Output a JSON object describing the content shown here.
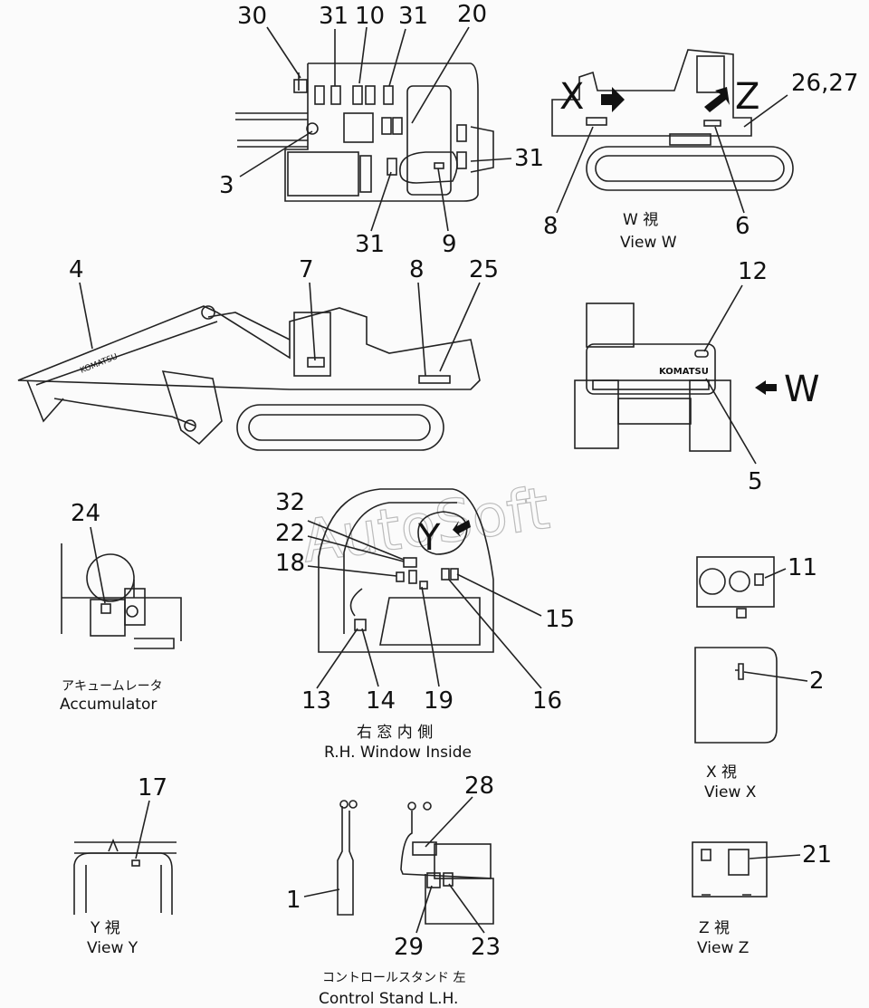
{
  "watermark": "AutoSoft",
  "callouts": {
    "n30": "30",
    "n31a": "31",
    "n10": "10",
    "n31b": "31",
    "n20": "20",
    "n3": "3",
    "n31c": "31",
    "n31d": "31",
    "n9": "9",
    "n2627": "26,27",
    "n8a": "8",
    "n6": "6",
    "n4": "4",
    "n7": "7",
    "n8b": "8",
    "n25": "25",
    "n12": "12",
    "n5": "5",
    "n24": "24",
    "n32": "32",
    "n22": "22",
    "n18": "18",
    "n15": "15",
    "n13": "13",
    "n14": "14",
    "n19": "19",
    "n16": "16",
    "n11": "11",
    "n2": "2",
    "n17": "17",
    "n28": "28",
    "n1": "1",
    "n29": "29",
    "n23": "23",
    "n21": "21"
  },
  "view_letters": {
    "x": "X",
    "z": "Z",
    "w": "W",
    "y": "Y"
  },
  "brand": "KOMATSU",
  "captions": {
    "view_w_jp": "W 視",
    "view_w": "View W",
    "accumulator_jp": "アキュームレータ",
    "accumulator": "Accumulator",
    "rh_window_jp": "右 窓 内 側",
    "rh_window": "R.H. Window Inside",
    "view_x_jp": "X 視",
    "view_x": "View X",
    "view_y_jp": "Y 視",
    "view_y": "View Y",
    "control_stand_jp": "コントロールスタンド 左",
    "control_stand": "Control Stand L.H.",
    "view_z_jp": "Z 視",
    "view_z": "View Z"
  }
}
